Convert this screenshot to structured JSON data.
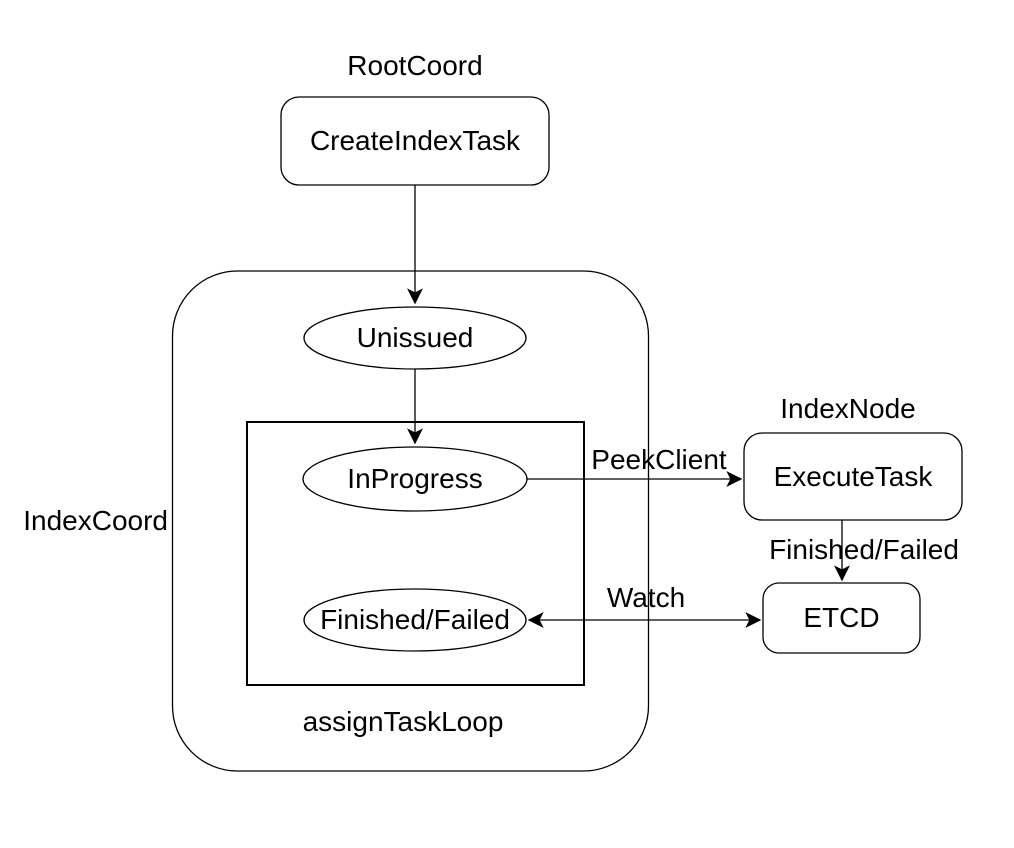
{
  "diagram": {
    "background_color": "#ffffff",
    "stroke_color": "#000000",
    "text_color": "#000000",
    "groups": [
      {
        "id": "root_coord",
        "label": "RootCoord"
      },
      {
        "id": "index_coord",
        "label": "IndexCoord"
      },
      {
        "id": "assign_task_loop",
        "label": "assignTaskLoop"
      },
      {
        "id": "index_node",
        "label": "IndexNode"
      }
    ],
    "nodes": [
      {
        "id": "create_index_task",
        "label": "CreateIndexTask",
        "shape": "rounded-rectangle",
        "group": "RootCoord"
      },
      {
        "id": "unissued",
        "label": "Unissued",
        "shape": "ellipse",
        "group": "IndexCoord"
      },
      {
        "id": "in_progress",
        "label": "InProgress",
        "shape": "ellipse",
        "group": "assignTaskLoop"
      },
      {
        "id": "finished_failed",
        "label": "Finished/Failed",
        "shape": "ellipse",
        "group": "assignTaskLoop"
      },
      {
        "id": "execute_task",
        "label": "ExecuteTask",
        "shape": "rounded-rectangle",
        "group": "IndexNode"
      },
      {
        "id": "etcd",
        "label": "ETCD",
        "shape": "rounded-rectangle",
        "group": ""
      }
    ],
    "edges": [
      {
        "from": "create_index_task",
        "to": "unissued",
        "label": "",
        "direction": "one-way"
      },
      {
        "from": "unissued",
        "to": "in_progress",
        "label": "",
        "direction": "one-way"
      },
      {
        "from": "in_progress",
        "to": "execute_task",
        "label": "PeekClient",
        "direction": "one-way"
      },
      {
        "from": "execute_task",
        "to": "etcd",
        "label": "Finished/Failed",
        "direction": "one-way"
      },
      {
        "from": "finished_failed",
        "to": "etcd",
        "label": "Watch",
        "direction": "two-way"
      }
    ]
  }
}
